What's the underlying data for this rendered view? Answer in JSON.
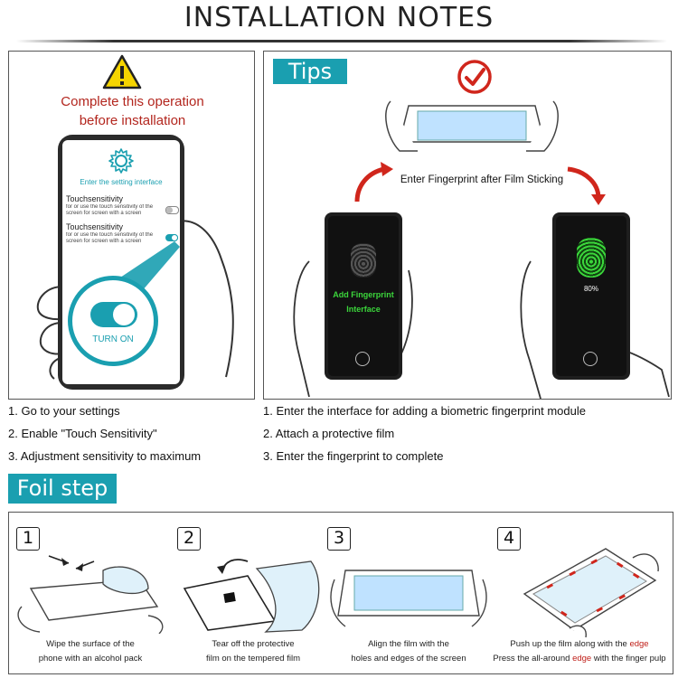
{
  "header": {
    "title": "INSTALLATION  NOTES"
  },
  "warning_panel": {
    "line1": "Complete this operation",
    "line2": "before installation",
    "phone": {
      "setting_title": "Enter the setting interface",
      "option1_label": "Touchsensitivity",
      "option1_desc": "for or use the touch sensitivity of the screen for screen with a screen protector",
      "option2_label": "Touchsensitivity",
      "option2_desc": "for or use the touch sensitivity of the screen for screen with a screen protector",
      "toggle_label": "TURN ON"
    }
  },
  "tips_panel": {
    "tag": "Tips",
    "caption": "Enter Fingerprint after Film Sticking",
    "left_phone_text1": "Add Fingerprint",
    "left_phone_text2": "Interface",
    "right_phone_text": "80%"
  },
  "settings_steps": [
    "1. Go to your settings",
    "2. Enable \"Touch Sensitivity\"",
    "3. Adjustment sensitivity to maximum"
  ],
  "tips_steps": [
    "1. Enter the interface for adding a biometric fingerprint module",
    "2. Attach a protective film",
    "3. Enter the fingerprint to complete"
  ],
  "foil": {
    "tag": "Foil step",
    "steps": [
      {
        "num": "1",
        "line1": "Wipe the surface of the",
        "line2": "phone with an alcohol pack"
      },
      {
        "num": "2",
        "line1": "Tear off the protective",
        "line2": "film on the tempered film"
      },
      {
        "num": "3",
        "line1": "Align the film with the",
        "line2": "holes and edges of the screen"
      },
      {
        "num": "4",
        "line1a": "Push up the film along with the ",
        "line1b": "edge",
        "line2a": "Press the all-around ",
        "line2b": "edge",
        "line2c": " with the finger pulp"
      }
    ]
  },
  "colors": {
    "teal": "#1a9fb0",
    "warning_red": "#b3261e",
    "check_red": "#d0261c",
    "fingerprint_green": "#3bd63b"
  }
}
